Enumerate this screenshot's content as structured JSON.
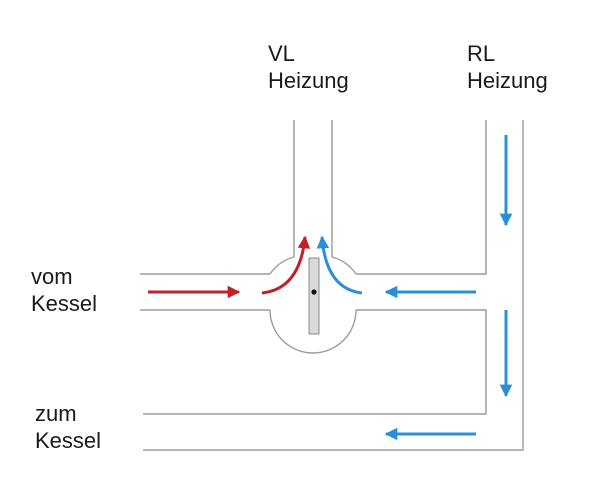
{
  "labels": {
    "vl": [
      "VL",
      "Heizung"
    ],
    "rl": [
      "RL",
      "Heizung"
    ],
    "vom": [
      "vom",
      "Kessel"
    ],
    "zum": [
      "zum",
      "Kessel"
    ]
  },
  "colors": {
    "supply_arrow": "#c0202a",
    "return_arrow": "#2a8fd6",
    "pipe": "#9a9a9a",
    "valve_plate": "#d9d9d9"
  },
  "icons": {
    "valve": "three-way-mixing-valve-icon",
    "pivot": "pivot-dot-icon"
  }
}
